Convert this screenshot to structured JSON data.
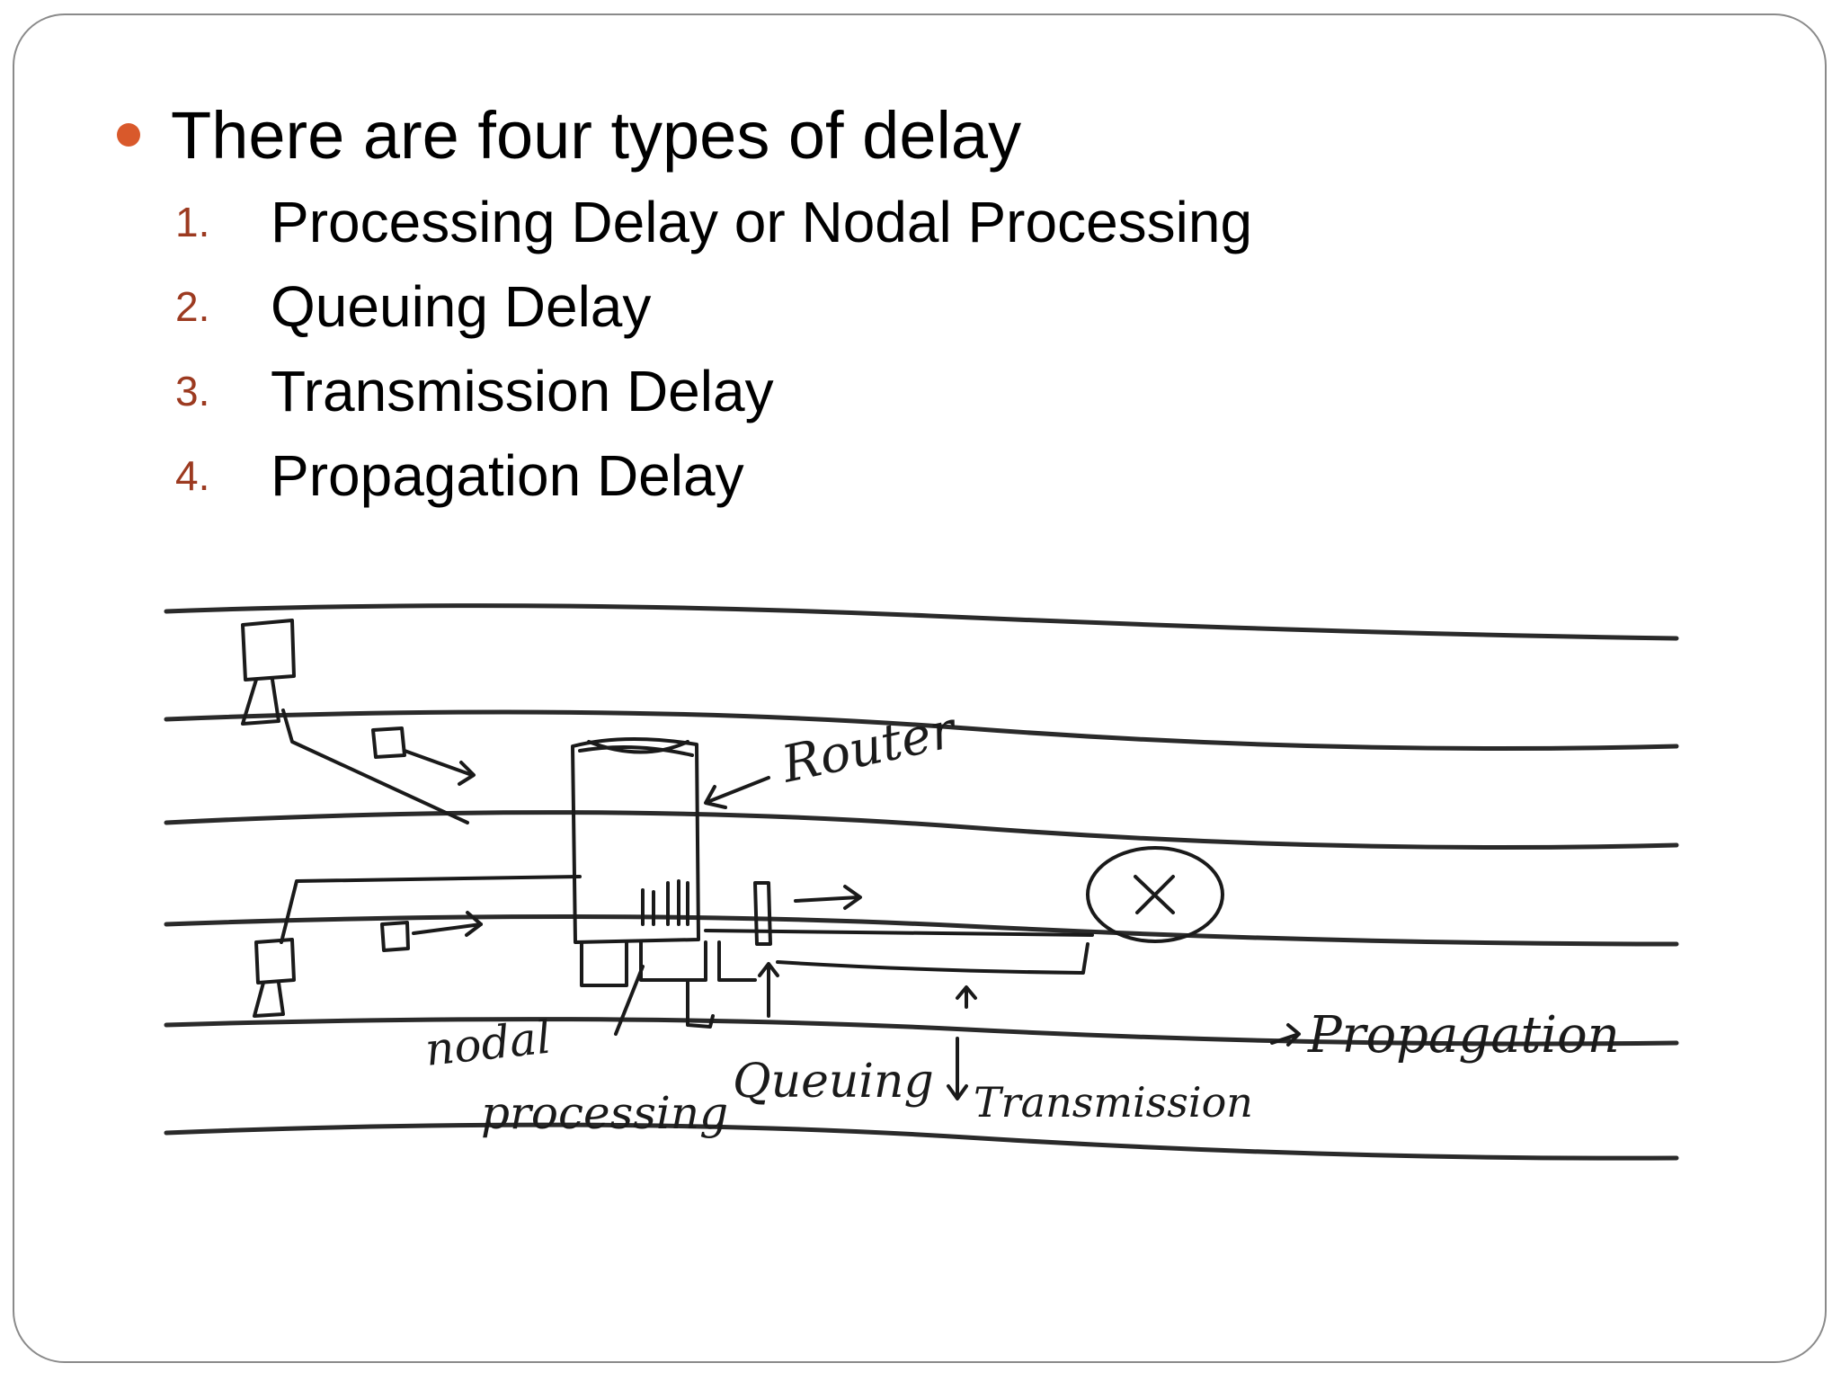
{
  "slide": {
    "heading": "There are four types of delay",
    "items": [
      {
        "num": "1.",
        "text": "Processing Delay or Nodal Processing"
      },
      {
        "num": "2.",
        "text": "Queuing Delay"
      },
      {
        "num": "3.",
        "text": "Transmission Delay"
      },
      {
        "num": "4.",
        "text": "Propagation Delay"
      }
    ]
  },
  "diagram": {
    "labels": {
      "router": "Router",
      "nodal": "nodal",
      "processing": "processing",
      "queuing": "Queuing",
      "transmission": "Transmission",
      "propagation": "Propagation"
    }
  },
  "colors": {
    "bullet": "#d9592b",
    "number": "#9c3a20",
    "text": "#000000",
    "frame": "#8a8a8a"
  }
}
